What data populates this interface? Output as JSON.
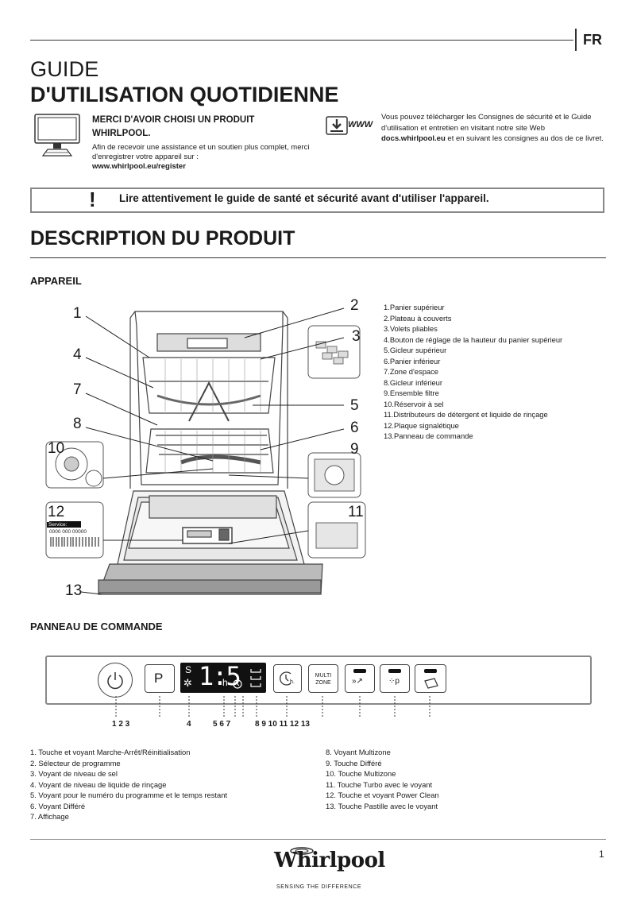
{
  "header": {
    "lang": "FR",
    "title_line1": "GUIDE",
    "title_line2": "D'UTILISATION QUOTIDIENNE"
  },
  "intro": {
    "thanks_title": "MERCI D'AVOIR CHOISI UN PRODUIT WHIRLPOOL.",
    "thanks_text": "Afin de recevoir une assistance et un soutien plus complet, merci d'enregistrer votre appareil sur :",
    "register_url": "www.whirlpool.eu/register",
    "download_icon_text": "WWW",
    "download_text_a": "Vous pouvez télécharger les Consignes de sécurité et le Guide d'utilisation et entretien en visitant notre site Web ",
    "download_site": "docs.whirlpool.eu",
    "download_text_b": " et en suivant les consignes au dos de ce livret."
  },
  "warning": {
    "mark": "!",
    "text": "Lire attentivement le guide de santé et sécurité avant d'utiliser l'appareil."
  },
  "product": {
    "section_title": "DESCRIPTION DU PRODUIT",
    "appliance_title": "APPAREIL",
    "callouts": [
      "1",
      "2",
      "3",
      "4",
      "5",
      "6",
      "7",
      "8",
      "9",
      "10",
      "11",
      "12",
      "13"
    ],
    "rating_plate_label": "Service:",
    "rating_plate_code": "0000 000 00000",
    "legend": [
      "1.Panier supérieur",
      "2.Plateau à couverts",
      "3.Volets pliables",
      "4.Bouton de réglage de la hauteur du panier supérieur",
      "5.Gicleur supérieur",
      "6.Panier inférieur",
      "7.Zone d'espace",
      "8.Gicleur inférieur",
      "9.Ensemble filtre",
      "10.Réservoir à sel",
      "11.Distributeurs de détergent et liquide de rinçage",
      "12.Plaque signalétique",
      "13.Panneau de commande"
    ]
  },
  "control_panel": {
    "title": "PANNEAU DE COMMANDE",
    "program_button": "P",
    "display_digits": "1:5",
    "display_unit": "h",
    "salt_symbol": "S",
    "multizone_line1": "MULTI",
    "multizone_line2": "ZONE",
    "delay_label": "h.",
    "number_groups": [
      "1 2 3",
      "4",
      "5 6 7",
      "8 9 10 11 12 13"
    ],
    "legend_left": [
      "1. Touche et voyant Marche-Arrêt/Réinitialisation",
      "2. Sélecteur de programme",
      "3. Voyant de niveau de sel",
      "4. Voyant de niveau de liquide de rinçage",
      "5. Voyant pour le numéro du programme et le temps restant",
      "6. Voyant Différé",
      "7. Affichage"
    ],
    "legend_right": [
      "8. Voyant Multizone",
      "9. Touche Différé",
      "10. Touche Multizone",
      "11. Touche Turbo avec le voyant",
      "12. Touche et voyant Power Clean",
      "13. Touche Pastille avec le voyant"
    ]
  },
  "footer": {
    "brand": "Whirlpool",
    "tagline": "SENSING THE DIFFERENCE",
    "page_number": "1"
  }
}
